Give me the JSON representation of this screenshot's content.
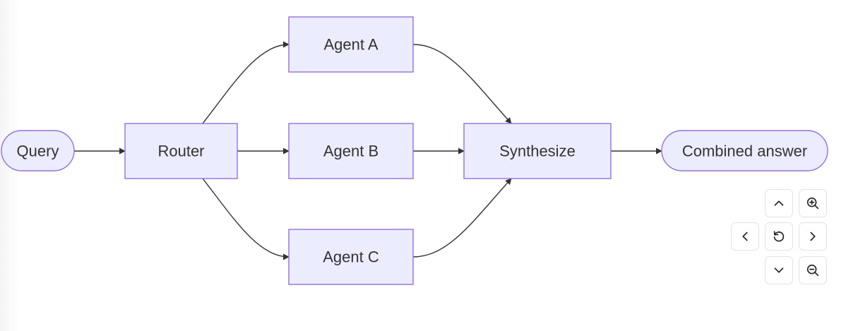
{
  "diagram": {
    "nodes": [
      {
        "id": "query",
        "label": "Query"
      },
      {
        "id": "router",
        "label": "Router"
      },
      {
        "id": "agent_a",
        "label": "Agent A"
      },
      {
        "id": "agent_b",
        "label": "Agent B"
      },
      {
        "id": "agent_c",
        "label": "Agent C"
      },
      {
        "id": "synthesize",
        "label": "Synthesize"
      },
      {
        "id": "combined",
        "label": "Combined answer"
      }
    ],
    "edges": [
      {
        "from": "query",
        "to": "router"
      },
      {
        "from": "router",
        "to": "agent_a"
      },
      {
        "from": "router",
        "to": "agent_b"
      },
      {
        "from": "router",
        "to": "agent_c"
      },
      {
        "from": "agent_a",
        "to": "synthesize"
      },
      {
        "from": "agent_b",
        "to": "synthesize"
      },
      {
        "from": "agent_c",
        "to": "synthesize"
      },
      {
        "from": "synthesize",
        "to": "combined"
      }
    ],
    "colors": {
      "node_fill": "#ececff",
      "node_stroke": "#9370db",
      "edge": "#333333",
      "text": "#333333"
    }
  },
  "controls": {
    "pan_up": "chevron-up-icon",
    "zoom_in": "zoom-in-icon",
    "pan_left": "chevron-left-icon",
    "reset": "reset-icon",
    "pan_right": "chevron-right-icon",
    "pan_down": "chevron-down-icon",
    "zoom_out": "zoom-out-icon"
  }
}
